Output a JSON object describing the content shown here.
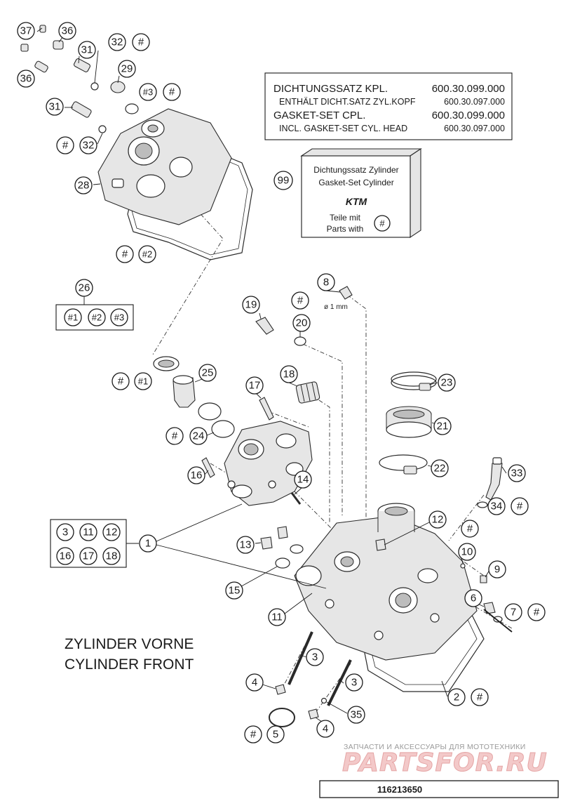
{
  "gasket_set_box": {
    "line1_label": "DICHTUNGSSATZ KPL.",
    "line1_value": "600.30.099.000",
    "line2_label": "ENTHÄLT DICHT.SATZ ZYL.KOPF",
    "line2_value": "600.30.097.000",
    "line3_label": "GASKET-SET CPL.",
    "line3_value": "600.30.099.000",
    "line4_label": "INCL. GASKET-SET CYL. HEAD",
    "line4_value": "600.30.097.000"
  },
  "cylinder_kit_box": {
    "line1": "Dichtungssatz Zylinder",
    "line2": "Gasket-Set Cylinder",
    "logo": "KTM",
    "line3": "Teile mit",
    "line4": "Parts with",
    "marker": "#"
  },
  "kit_99": "99",
  "group_26": {
    "label": "26",
    "items": [
      "#1",
      "#2",
      "#3"
    ]
  },
  "group_1": {
    "label": "1",
    "items": [
      "3",
      "11",
      "12",
      "16",
      "17",
      "18"
    ]
  },
  "callouts": [
    "37",
    "36",
    "36",
    "31",
    "32",
    "#",
    "29",
    "#3",
    "#",
    "31",
    "#",
    "32",
    "28",
    "#",
    "#2",
    "8",
    "#",
    "19",
    "20",
    "#",
    "#1",
    "25",
    "17",
    "18",
    "23",
    "21",
    "#",
    "24",
    "22",
    "16",
    "14",
    "33",
    "34",
    "#",
    "12",
    "#",
    "13",
    "10",
    "9",
    "15",
    "6",
    "7",
    "#",
    "11",
    "3",
    "4",
    "3",
    "2",
    "#",
    "35",
    "#",
    "5",
    "4"
  ],
  "dimension_note": "ø 1 mm",
  "title": {
    "line1": "ZYLINDER VORNE",
    "line2": "CYLINDER FRONT"
  },
  "watermark": {
    "tagline": "ЗАПЧАСТИ И АКСЕССУАРЫ ДЛЯ МОТОТЕХНИКИ",
    "logo": "PARTSFOR.RU"
  },
  "diagram_id": "116213650"
}
